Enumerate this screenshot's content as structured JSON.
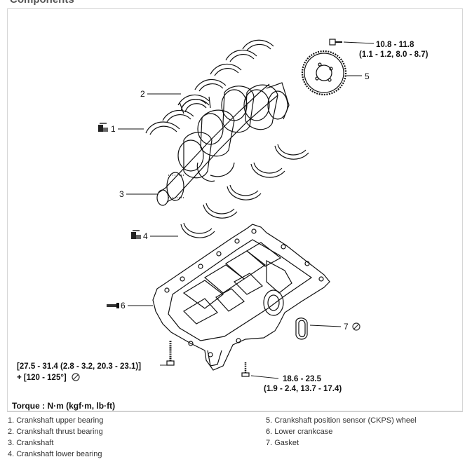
{
  "header": {
    "title": "Components"
  },
  "callouts": {
    "c1": "1",
    "c2": "2",
    "c3": "3",
    "c4": "4",
    "c5": "5",
    "c6": "6",
    "c7": "7"
  },
  "torque_specs": {
    "ckps_bolt_line1": "10.8 - 11.8",
    "ckps_bolt_line2": "(1.1 - 1.2, 8.0 - 8.7)",
    "crankcase_bolt_line1": "18.6 - 23.5",
    "crankcase_bolt_line2": "(1.9 - 2.4, 13.7 - 17.4)",
    "main_bolt_line1": "[27.5 - 31.4 (2.8 - 3.2, 20.3 - 23.1)]",
    "main_bolt_line2": "+ [120 - 125°]"
  },
  "torque_unit_caption": "Torque : N·m (kgf·m, lb·ft)",
  "legend": {
    "left": [
      "1. Crankshaft upper bearing",
      "2. Crankshaft thrust bearing",
      "3. Crankshaft",
      "4. Crankshaft lower bearing"
    ],
    "right": [
      "5. Crankshaft position sensor (CKPS) wheel",
      "6. Lower crankcase",
      "7. Gasket"
    ]
  },
  "icons": [
    "bearing-marker-icon",
    "bolt-icon",
    "no-reuse-icon",
    "gear-wheel-icon"
  ]
}
